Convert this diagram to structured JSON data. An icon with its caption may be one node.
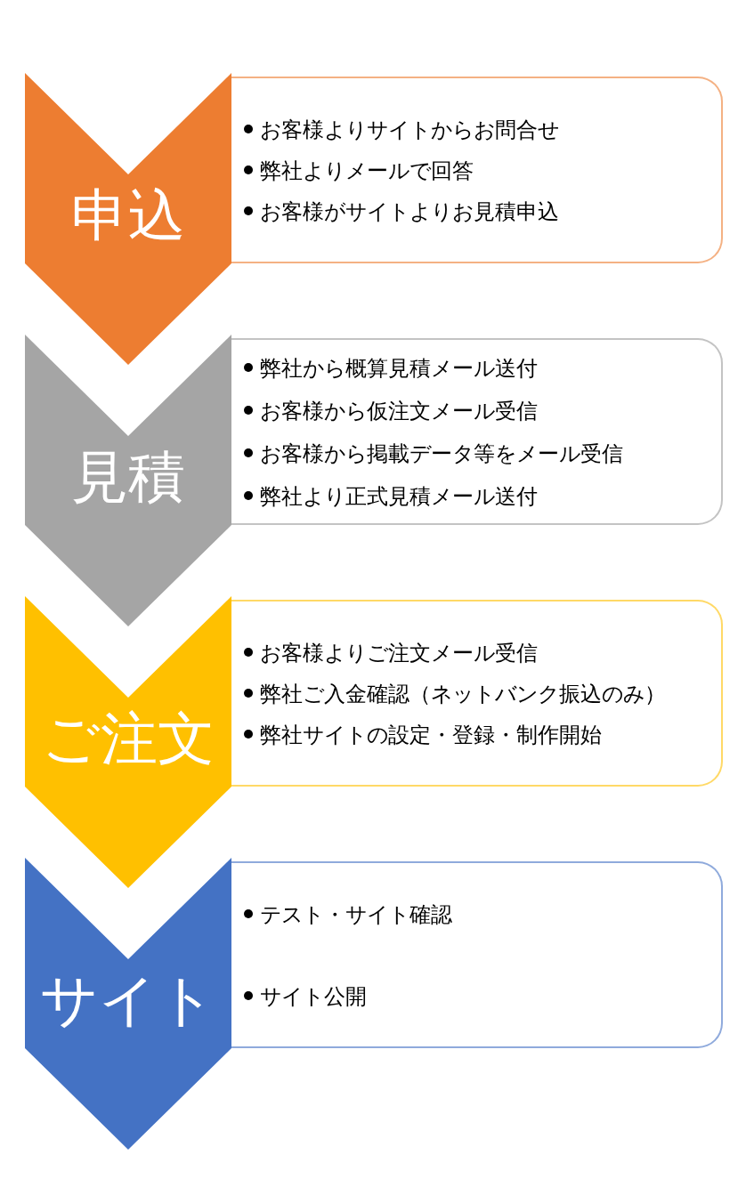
{
  "diagram": {
    "nodes": [
      {
        "text": [
          "申込"
        ]
      },
      {
        "text": [
          "お客様よりサイトからお問合せ",
          "弊社よりメールで回答",
          "お客様がサイトよりお見積申込"
        ]
      },
      {
        "text": [
          "見積"
        ]
      },
      {
        "text": [
          "弊社から概算見積メール送付",
          "お客様から仮注文メール受信",
          "お客様から掲載データ等をメール受信",
          "弊社より正式見積メール送付"
        ]
      },
      {
        "text": [
          "ご注文"
        ]
      },
      {
        "text": [
          "お客様よりご注文メール受信",
          "弊社ご入金確認（ネットバンク振込のみ）",
          "弊社サイトの設定・登録・制作開始"
        ]
      },
      {
        "text": [
          "サイト"
        ]
      },
      {
        "text": [
          "テスト・サイト確認",
          "サイト公開"
        ]
      }
    ]
  }
}
